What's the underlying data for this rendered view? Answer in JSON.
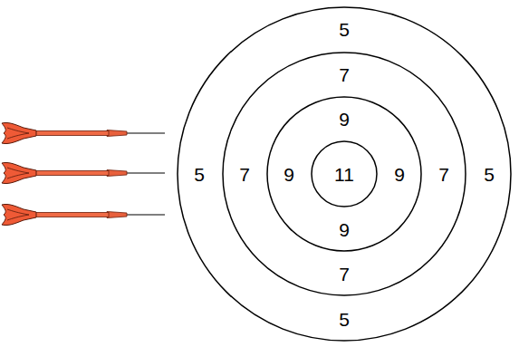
{
  "diagram": {
    "nodes": [
      {
        "text": [
          "5",
          "5",
          "5",
          "5"
        ]
      },
      {
        "text": [
          "7",
          "7",
          "7",
          "7"
        ],
        "in": 0
      },
      {
        "text": [
          "9",
          "9",
          "9",
          "9"
        ],
        "in": 1
      },
      {
        "text": [
          "11"
        ],
        "in": 2
      }
    ]
  }
}
